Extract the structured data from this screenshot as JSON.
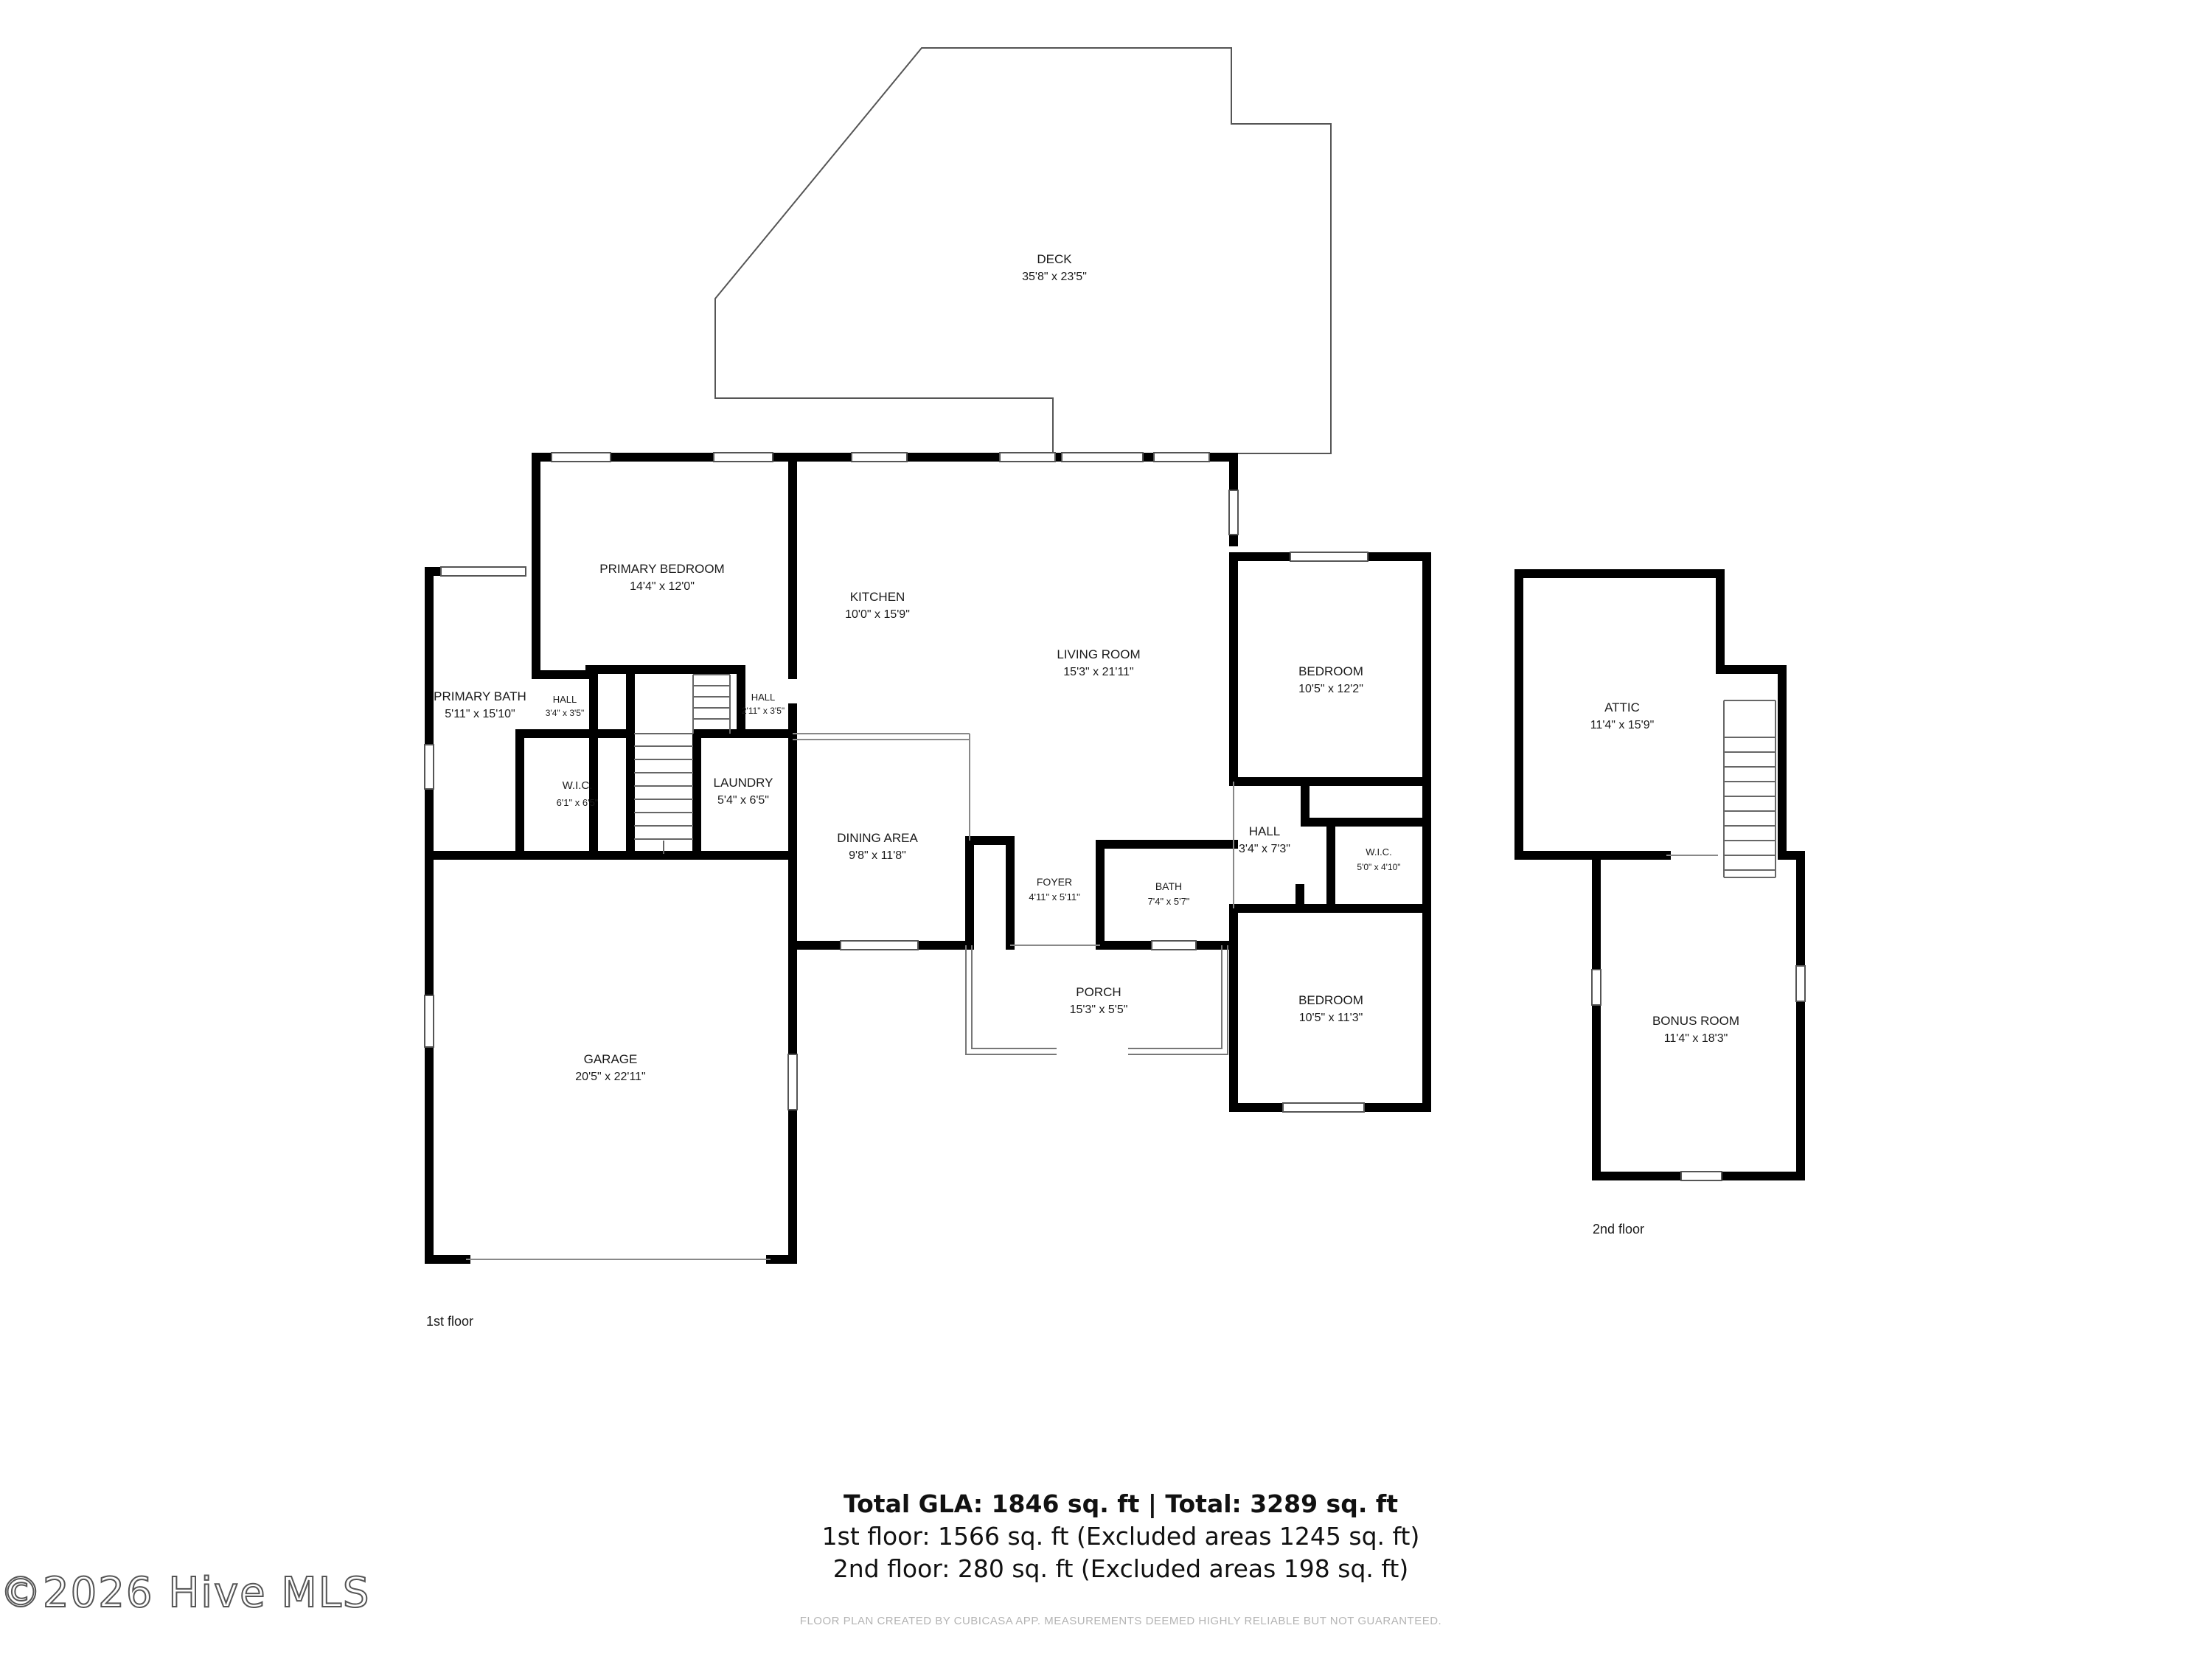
{
  "rooms": {
    "deck": {
      "name": "DECK",
      "dim": "35'8\" x 23'5\""
    },
    "primary_bedroom": {
      "name": "PRIMARY BEDROOM",
      "dim": "14'4\" x 12'0\""
    },
    "kitchen": {
      "name": "KITCHEN",
      "dim": "10'0\" x 15'9\""
    },
    "living_room": {
      "name": "LIVING ROOM",
      "dim": "15'3\" x 21'11\""
    },
    "bedroom_1": {
      "name": "BEDROOM",
      "dim": "10'5\" x 12'2\""
    },
    "primary_bath": {
      "name": "PRIMARY BATH",
      "dim": "5'11\" x 15'10\""
    },
    "hall_1": {
      "name": "HALL",
      "dim": "3'4\" x 3'5\""
    },
    "hall_2": {
      "name": "HALL",
      "dim": "2'11\" x 3'5\""
    },
    "wic_1": {
      "name": "W.I.C.",
      "dim": "6'1\" x 6'5\""
    },
    "laundry": {
      "name": "LAUNDRY",
      "dim": "5'4\" x 6'5\""
    },
    "dining_area": {
      "name": "DINING AREA",
      "dim": "9'8\" x 11'8\""
    },
    "hall_3": {
      "name": "HALL",
      "dim": "3'4\" x 7'3\""
    },
    "wic_2": {
      "name": "W.I.C.",
      "dim": "5'0\" x 4'10\""
    },
    "foyer": {
      "name": "FOYER",
      "dim": "4'11\" x 5'11\""
    },
    "bath": {
      "name": "BATH",
      "dim": "7'4\" x 5'7\""
    },
    "porch": {
      "name": "PORCH",
      "dim": "15'3\" x 5'5\""
    },
    "bedroom_2": {
      "name": "BEDROOM",
      "dim": "10'5\" x 11'3\""
    },
    "garage": {
      "name": "GARAGE",
      "dim": "20'5\" x 22'11\""
    },
    "attic": {
      "name": "ATTIC",
      "dim": "11'4\" x 15'9\""
    },
    "bonus_room": {
      "name": "BONUS ROOM",
      "dim": "11'4\" x 18'3\""
    }
  },
  "floors": {
    "first": "1st floor",
    "second": "2nd floor"
  },
  "summary": {
    "total": "Total GLA: 1846 sq. ft | Total: 3289 sq. ft",
    "first_floor": "1st floor: 1566 sq. ft (Excluded areas 1245 sq. ft)",
    "second_floor": "2nd floor: 280 sq. ft (Excluded areas 198 sq. ft)"
  },
  "disclaimer": "FLOOR PLAN CREATED BY CUBICASA APP. MEASUREMENTS DEEMED HIGHLY RELIABLE BUT NOT GUARANTEED.",
  "watermark": "©2026 Hive MLS",
  "colors": {
    "wall": "#000000",
    "thin_line": "#555555",
    "window": "#ffffff"
  }
}
